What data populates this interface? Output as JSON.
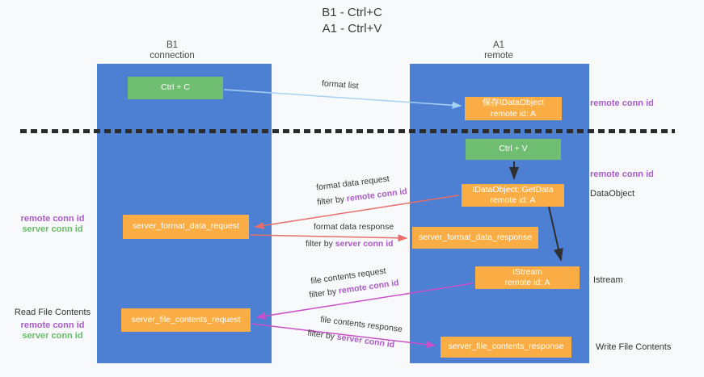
{
  "title": {
    "line1": "B1 - Ctrl+C",
    "line2": "A1 - Ctrl+V"
  },
  "columns": {
    "left": {
      "title": "B1",
      "subtitle": "connection"
    },
    "right": {
      "title": "A1",
      "subtitle": "remote"
    }
  },
  "nodes": {
    "ctrl_c": {
      "label": "Ctrl + C"
    },
    "ctrl_v": {
      "label": "Ctrl + V"
    },
    "save_idataobject": {
      "line1": "保存IDataObject",
      "line2": "remote id: A"
    },
    "getdata": {
      "line1": "IDataObject::GetData",
      "line2": "remote id: A"
    },
    "istream": {
      "line1": "IStream",
      "line2": "remote id: A"
    },
    "format_request": {
      "label": "server_format_data_request"
    },
    "format_response": {
      "label": "server_format_data_response"
    },
    "file_request": {
      "label": "server_file_contents_request"
    },
    "file_response": {
      "label": "server_file_contents_response"
    }
  },
  "flow_labels": {
    "format_list": "format list",
    "format_request": {
      "line1": "format data request",
      "prefix": "filter by ",
      "conn": "remote conn id"
    },
    "format_response": {
      "line1": "format data response",
      "prefix": "filter by ",
      "conn": "server conn id"
    },
    "file_request": {
      "line1": "file contents request",
      "prefix": "filter by ",
      "conn": "remote conn id"
    },
    "file_response": {
      "line1": "file contents response",
      "prefix": "filter by ",
      "conn": "server conn id"
    }
  },
  "side_labels": {
    "right_top_conn": "remote conn id",
    "right_mid_conn": "remote conn id",
    "dataobject": "DataObject",
    "istream": "Istream",
    "write_file": "Write File Contents",
    "read_file": "Read File Contents",
    "format_remote": "remote conn id",
    "format_server": "server conn id",
    "file_remote": "remote conn id",
    "file_server": "server conn id"
  },
  "colors": {
    "column_blue": "#4d80d2",
    "box_green": "#70be71",
    "box_orange": "#f9ad44",
    "purple": "#ab5bc9",
    "green_text": "#67bd68",
    "arrow_red": "#e86d6d",
    "arrow_magenta": "#ca50ca",
    "arrow_lightblue": "#a6d2f2",
    "arrow_black": "#2f2f2f"
  }
}
